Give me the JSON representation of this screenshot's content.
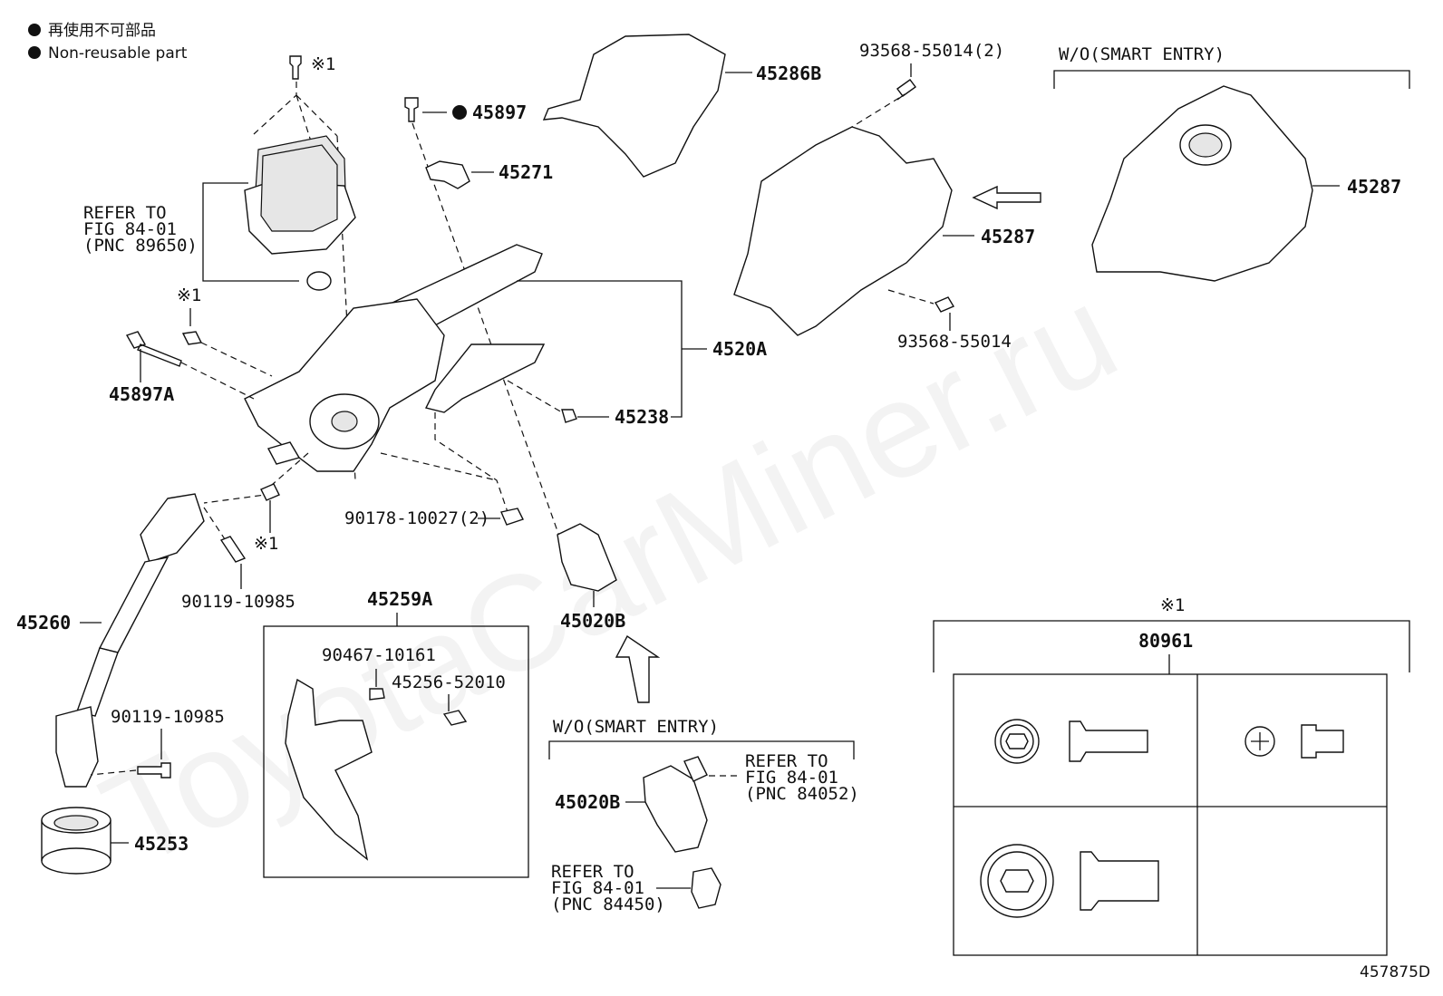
{
  "legend": {
    "symbol": "●",
    "japanese": "再使用不可部品",
    "english": "Non-reusable part"
  },
  "note_mark": "※1",
  "watermark": "ToyotaCarMiner.ru",
  "diagram_id": "457875D",
  "labels": {
    "p45286B": "45286B",
    "p93568_2": "93568-55014(2)",
    "wo_smart_entry_top": "W/O(SMART ENTRY)",
    "p45897": "45897",
    "p45271": "45271",
    "p45287_right": "45287",
    "p45287_mid": "45287",
    "refer_fig_1": "REFER TO",
    "refer_fig_1b": "FIG 84-01",
    "refer_fig_1c": "(PNC 89650)",
    "p93568": "93568-55014",
    "p4520A": "4520A",
    "p45897A": "45897A",
    "p45238": "45238",
    "p90178": "90178-10027(2)",
    "p90119_a": "90119-10985",
    "p45259A": "45259A",
    "p45020B_a": "45020B",
    "p45260": "45260",
    "p90467": "90467-10161",
    "p45256": "45256-52010",
    "wo_smart_entry_bottom": "W/O(SMART ENTRY)",
    "p90119_b": "90119-10985",
    "refer_fig_2": "REFER TO",
    "refer_fig_2b": "FIG 84-01",
    "refer_fig_2c": "(PNC 84052)",
    "p45020B_b": "45020B",
    "p45253": "45253",
    "refer_fig_3": "REFER TO",
    "refer_fig_3b": "FIG 84-01",
    "refer_fig_3c": "(PNC 84450)",
    "p80961": "80961"
  }
}
